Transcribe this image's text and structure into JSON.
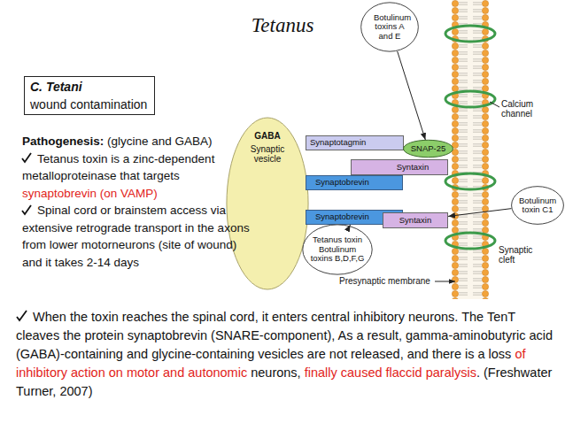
{
  "diagram": {
    "title": "Tetanus",
    "nodes": [
      {
        "text": [
          "C. Tetani",
          "wound contamination"
        ]
      },
      {
        "text": [
          "GABA",
          "Synaptic vesicle"
        ]
      },
      {
        "text": [
          "Synaptotagmin"
        ]
      },
      {
        "text": [
          "SNAP-25"
        ]
      },
      {
        "text": [
          "Syntaxin"
        ]
      },
      {
        "text": [
          "Synaptobrevin"
        ]
      },
      {
        "text": [
          "Synaptobrevin"
        ]
      },
      {
        "text": [
          "Syntaxin"
        ]
      },
      {
        "text": [
          "Botulinum toxins A and E"
        ]
      },
      {
        "text": [
          "Botulinum toxin C1"
        ]
      },
      {
        "text": [
          "Tetanus toxin Botulinum toxins B,D,F,G"
        ]
      }
    ],
    "edges": [
      {
        "from": 8,
        "to": 3,
        "arrow": "to"
      },
      {
        "from": 9,
        "to": 7,
        "arrow": "to"
      },
      {
        "from": 10,
        "to": 6,
        "arrow": "to"
      }
    ],
    "labels": [
      "Pathogenesis:",
      "(glycine and GABA)",
      "Tetanus toxin is a zinc-dependent metalloproteinase that targets",
      "synaptobrevin (on VAMP)",
      "Spinal cord or brainstem access via extensive retrograde transport in the axons from lower motorneurons (site of wound) and it takes 2-14 days",
      "Calcium channel",
      "Synaptic cleft",
      "Presynaptic membrane",
      "When the toxin reaches the spinal cord, it enters central inhibitory neurons. The TenT cleaves the protein synaptobrevin (SNARE-component), As a result, gamma-aminobutyric acid (GABA)-containing and glycine-containing vesicles are not released, and there is a loss",
      "of inhibitory action on motor and autonomic",
      "neurons,",
      "finally caused flaccid paralysis",
      ". (Freshwater Turner, 2007)"
    ]
  }
}
